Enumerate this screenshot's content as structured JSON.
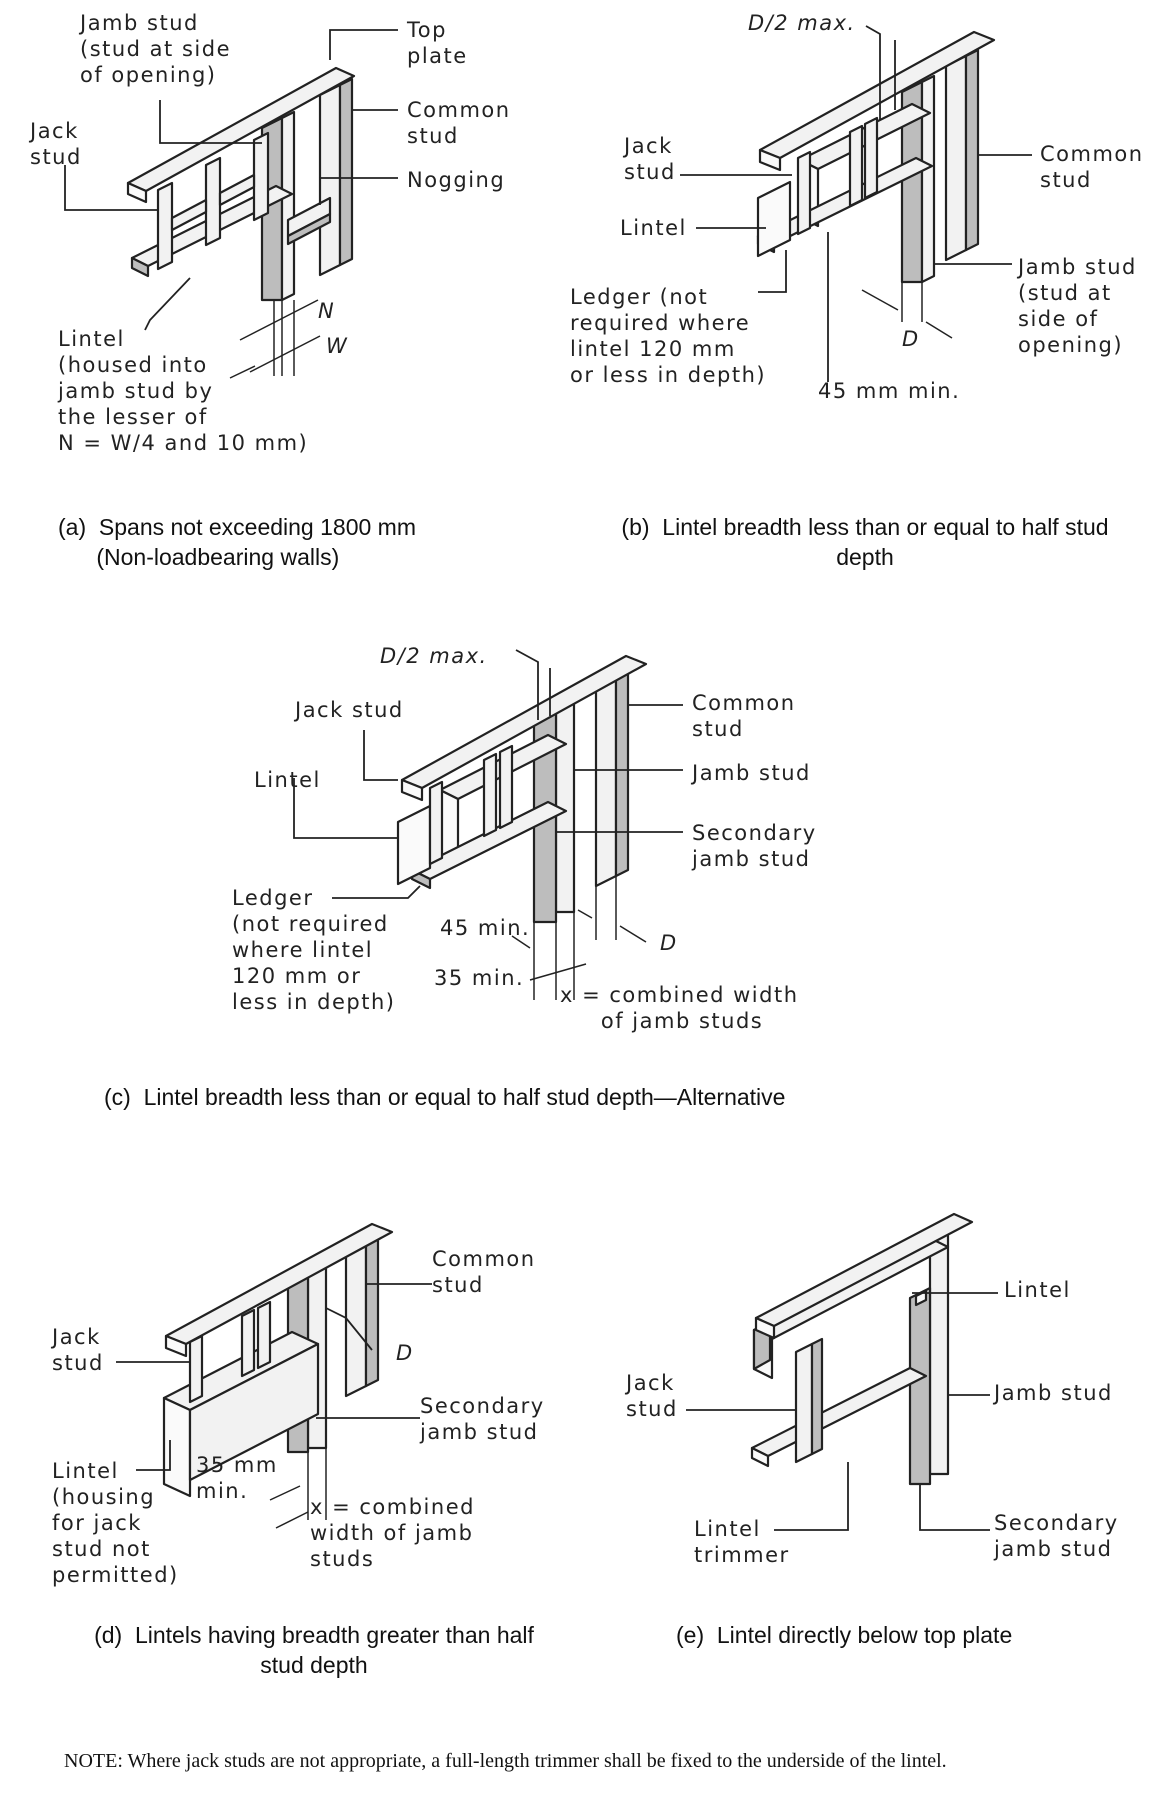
{
  "diagram": {
    "panel_a": {
      "labels": {
        "jamb_stud": "Jamb stud\n(stud at side\nof opening)",
        "top_plate": "Top\nplate",
        "jack_stud": "Jack\nstud",
        "common_stud": "Common\nstud",
        "nogging": "Nogging",
        "n": "N",
        "w": "W",
        "lintel": "Lintel\n(housed into\njamb stud by\nthe lesser of\nN = W/4 and 10 mm)"
      },
      "caption": "(a)  Spans not exceeding 1800 mm\n      (Non-loadbearing walls)"
    },
    "panel_b": {
      "labels": {
        "d2max": "D/2 max.",
        "jack_stud": "Jack\nstud",
        "common_stud": "Common\nstud",
        "lintel": "Lintel",
        "jamb_stud": "Jamb stud\n(stud at\nside of\nopening)",
        "ledger": "Ledger (not\nrequired where\nlintel 120 mm\nor less in depth)",
        "d": "D",
        "min45": "45 mm min."
      },
      "caption": "(b)  Lintel breadth less than or equal to half stud\ndepth"
    },
    "panel_c": {
      "labels": {
        "d2max": "D/2 max.",
        "jack_stud": "Jack stud",
        "common_stud": "Common\nstud",
        "lintel": "Lintel",
        "jamb_stud": "Jamb stud",
        "secondary_jamb_stud": "Secondary\njamb stud",
        "ledger": "Ledger\n(not required\nwhere lintel\n120 mm or\nless in depth)",
        "min45": "45 min.",
        "d": "D",
        "min35": "35 min.",
        "x_combined": "x = combined width\n     of jamb studs"
      },
      "caption": "(c)  Lintel breadth less than or equal to half stud depth—Alternative"
    },
    "panel_d": {
      "labels": {
        "common_stud": "Common\nstud",
        "jack_stud": "Jack\nstud",
        "d": "D",
        "secondary_jamb_stud": "Secondary\njamb stud",
        "mm35": "35 mm\nmin.",
        "lintel": "Lintel\n(housing\nfor jack\nstud not\npermitted)",
        "x_combined": "x = combined\nwidth of jamb\nstuds"
      },
      "caption": "(d)  Lintels having breadth greater than half\nstud depth"
    },
    "panel_e": {
      "labels": {
        "lintel": "Lintel",
        "jack_stud": "Jack\nstud",
        "jamb_stud": "Jamb stud",
        "lintel_trimmer": "Lintel\ntrimmer",
        "secondary_jamb_stud": "Secondary\njamb stud"
      },
      "caption": "(e)  Lintel directly below top plate"
    },
    "note": "NOTE: Where jack studs are not appropriate, a full-length trimmer shall be fixed to the underside of the lintel."
  }
}
